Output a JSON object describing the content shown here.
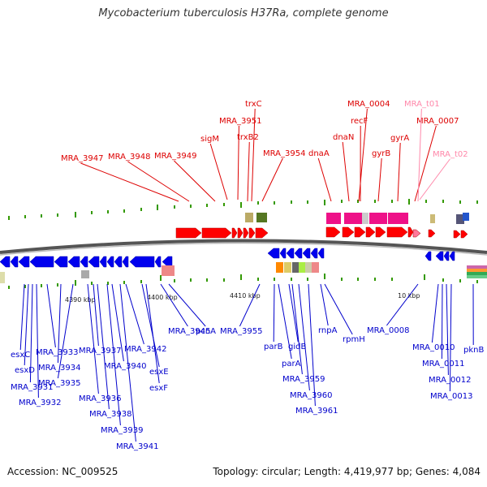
{
  "title": "Mycobacterium tuberculosis H37Ra, complete genome",
  "footer": {
    "accession": "Accession: NC_009525",
    "summary": "Topology: circular; Length: 4,419,977 bp; Genes: 4,084"
  },
  "colors": {
    "forward_label": "#dd0000",
    "trna_label": "#ff88aa",
    "reverse_label": "#0000cc",
    "forward_gene": "#ff0000",
    "reverse_gene": "#0000ee",
    "tick": "#339900",
    "backbone": "#777777"
  },
  "ruler_labels": [
    "4390 kbp",
    "4400 kbp",
    "4410 kbp",
    "10 kbp"
  ],
  "top_labels": [
    "MRA_3947",
    "MRA_3948",
    "MRA_3949",
    "sigM",
    "MRA_3951",
    "trxC",
    "trxB2",
    "MRA_3954",
    "dnaA",
    "dnaN",
    "MRA_0004",
    "recF",
    "gyrB",
    "gyrA",
    "MRA_0007",
    "MRA_t01",
    "MRA_t02"
  ],
  "bottom_labels": [
    "esxC",
    "esxD",
    "MRA_3931",
    "MRA_3932",
    "MRA_3933",
    "MRA_3934",
    "MRA_3935",
    "MRA_3936",
    "MRA_3937",
    "MRA_3938",
    "MRA_3939",
    "MRA_3940",
    "MRA_3941",
    "MRA_3942",
    "esxE",
    "esxF",
    "MRA_3945",
    "pcnA",
    "MRA_3955",
    "parB",
    "parA",
    "gidB",
    "MRA_3959",
    "MRA_3960",
    "MRA_3961",
    "rnpA",
    "rpmH",
    "MRA_0008",
    "MRA_0010",
    "MRA_0011",
    "MRA_0012",
    "MRA_0013",
    "pknB"
  ]
}
